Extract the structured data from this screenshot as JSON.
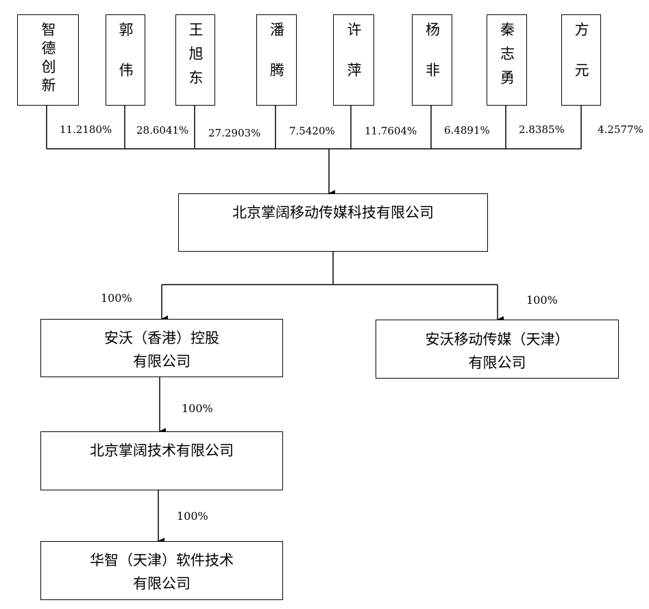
{
  "shareholders": [
    {
      "name": "智德创新",
      "pct": "11.2180%"
    },
    {
      "name": "郭伟",
      "pct": "28.6041%"
    },
    {
      "name": "王旭东",
      "pct": "27.2903%"
    },
    {
      "name": "潘腾",
      "pct": "7.5420%"
    },
    {
      "name": "许萍",
      "pct": "11.7604%"
    },
    {
      "name": "杨非",
      "pct": "6.4891%"
    },
    {
      "name": "秦志勇",
      "pct": "2.8385%"
    },
    {
      "name": "方元",
      "pct": "4.2577%"
    }
  ],
  "parent": {
    "name": "北京掌阔移动传媒科技有限公司"
  },
  "sub_hk": {
    "line1": "安沃（香港）控股",
    "line2": "有限公司",
    "pct": "100%"
  },
  "sub_tj": {
    "line1": "安沃移动传媒（天津）",
    "line2": "有限公司",
    "pct": "100%"
  },
  "sub_bj": {
    "line1": "北京掌阔技术有限公司",
    "pct": "100%"
  },
  "sub_hz": {
    "line1": "华智（天津）软件技术",
    "line2": "有限公司",
    "pct": "100%"
  }
}
